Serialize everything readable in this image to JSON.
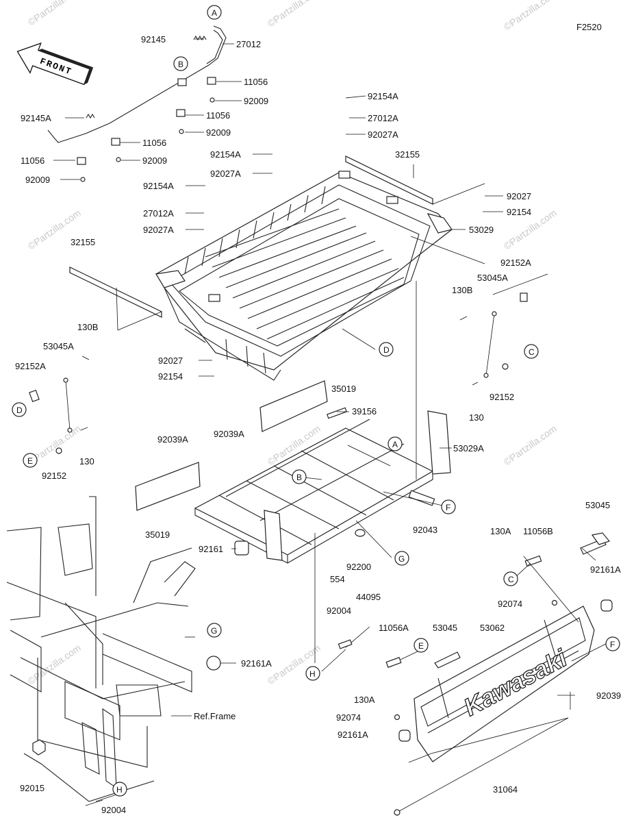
{
  "figure_code": "F2520",
  "front_label": "FRONT",
  "ref_frame_label": "Ref.Frame",
  "brand_text": "Kawasaki",
  "watermark": "©Partzilla.com",
  "callouts": [
    "A",
    "B",
    "C",
    "D",
    "E",
    "F",
    "G",
    "H"
  ],
  "part_labels": [
    "92145",
    "27012",
    "11056",
    "92009",
    "92145A",
    "11056",
    "92009",
    "11056",
    "92009",
    "11056",
    "92009",
    "92154A",
    "27012A",
    "92027A",
    "32155",
    "92154A",
    "92027A",
    "92154A",
    "27012A",
    "92027A",
    "92027",
    "92154",
    "53029",
    "32155",
    "92152A",
    "53045A",
    "130B",
    "92027",
    "92154",
    "130B",
    "53045A",
    "92152A",
    "130",
    "92152",
    "130",
    "92152",
    "35019",
    "39156",
    "92039A",
    "92039A",
    "53029A",
    "35019",
    "92043",
    "92161",
    "554",
    "92200",
    "44095",
    "92004",
    "11056A",
    "53045",
    "53062",
    "53045",
    "130A",
    "11056B",
    "92161A",
    "92074",
    "92039",
    "130A",
    "92074",
    "92161A",
    "92161A",
    "92015",
    "92004",
    "31064"
  ]
}
